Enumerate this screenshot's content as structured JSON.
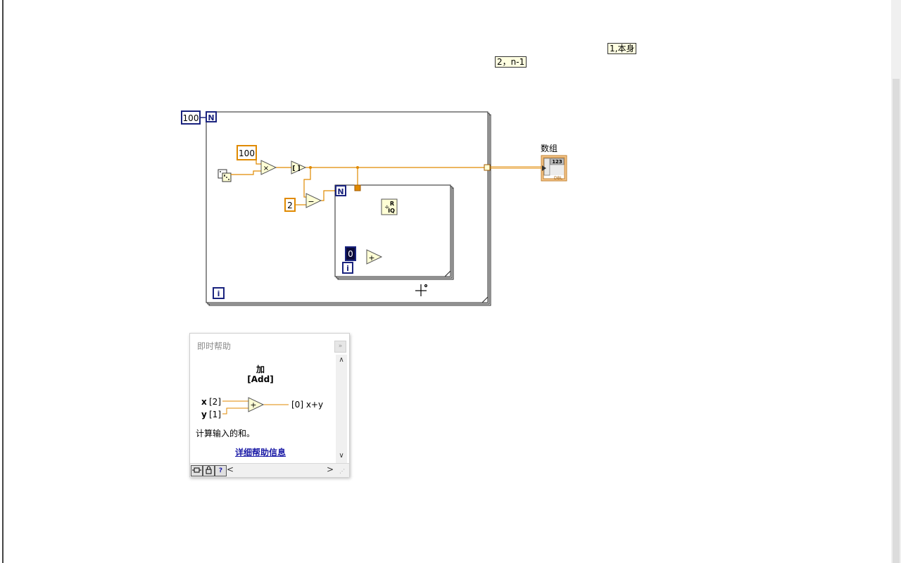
{
  "labels": {
    "label_self": "1,本身",
    "label_n_minus_1": "2，n-1"
  },
  "block_diagram": {
    "outer_count_constant": "100",
    "outer_loop_count_terminal": "N",
    "outer_loop_iteration_terminal": "i",
    "multiply_constant": "100",
    "subtract_constant": "2",
    "inner_loop_count_terminal": "N",
    "inner_loop_iteration_terminal": "i",
    "inner_init_constant": "0",
    "multiply_symbol": "×",
    "subtract_symbol": "−",
    "add_symbol": "+",
    "round_symbol": "[ ]",
    "quotient_symbol_top": "R",
    "quotient_symbol_bottom": "IQ",
    "array_indicator_label": "数组",
    "array_indicator_value": "123",
    "array_indicator_type": "DBL"
  },
  "help_panel": {
    "title": "即时帮助",
    "function_name_cn": "加",
    "function_name_en": "[Add]",
    "input_x_name": "x",
    "input_x_index": "[2]",
    "input_y_name": "y",
    "input_y_index": "[1]",
    "output_label": "[0] x+y",
    "node_symbol": "+",
    "description": "计算输入的和。",
    "detail_link": "详细帮助信息",
    "close_glyph": "»",
    "scroll_up": "∧",
    "scroll_down": "∨",
    "scroll_left": "<",
    "scroll_right": ">",
    "btn_help": "?"
  },
  "colors": {
    "wire_orange": "#e08a00",
    "integer_blue": "#1a237e",
    "node_fill": "#ffffd5",
    "tag_fill": "#ffffe1"
  }
}
